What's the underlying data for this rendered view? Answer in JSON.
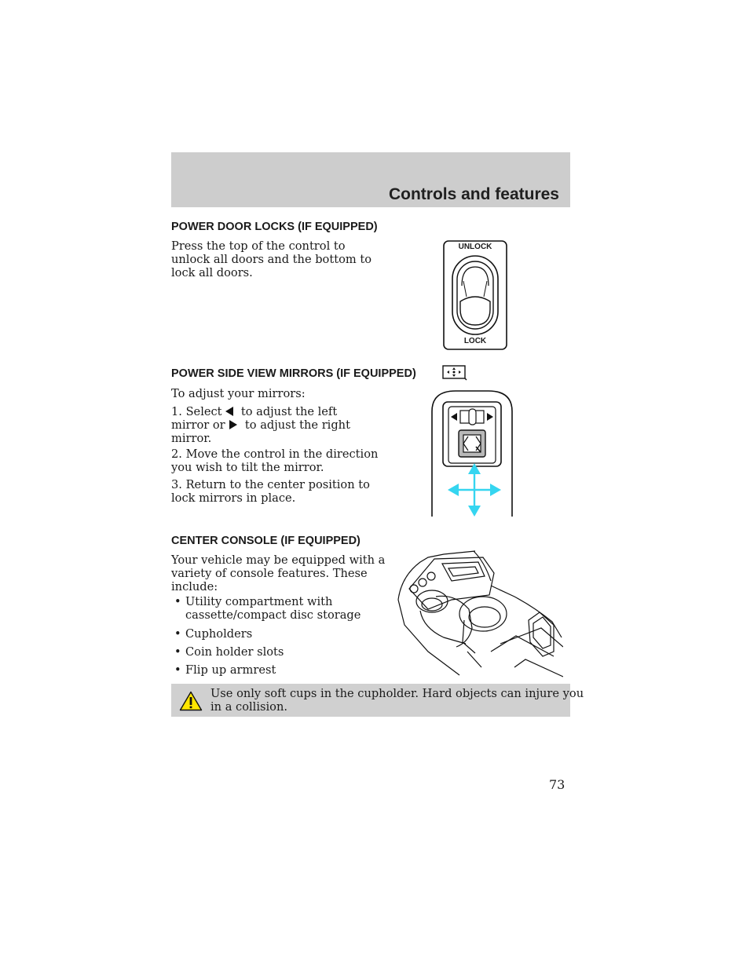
{
  "header": {
    "title": "Controls and features"
  },
  "sections": {
    "door_locks": {
      "heading": "POWER DOOR LOCKS (IF EQUIPPED)",
      "lines": [
        "Press the top of the control to",
        "unlock all doors and the bottom to",
        "lock all doors."
      ],
      "figure": {
        "label_top": "UNLOCK",
        "label_bottom": "LOCK",
        "icon": "door-lock-switch-illustration"
      }
    },
    "mirrors": {
      "heading": "POWER SIDE VIEW MIRRORS (IF EQUIPPED)",
      "heading_icon": "mirror-adjust-icon",
      "intro": "To adjust your mirrors:",
      "step1_a": "1. Select",
      "step1_b": "to adjust the left",
      "step1_c": "mirror or",
      "step1_d": "to adjust the right",
      "step1_e": "mirror.",
      "step1_left_icon": "left-triangle-icon",
      "step1_right_icon": "right-triangle-icon",
      "step2": [
        "2. Move the control in the direction",
        "you wish to tilt the mirror."
      ],
      "step3": [
        "3. Return to the center position to",
        "lock mirrors in place."
      ],
      "figure": {
        "icon": "mirror-control-illustration",
        "arrow_color": "#35d5f0"
      }
    },
    "console": {
      "heading": "CENTER CONSOLE (IF EQUIPPED)",
      "intro": [
        "Your vehicle may be equipped with a",
        "variety of console features. These",
        "include:"
      ],
      "bullets": [
        {
          "text": "Utility compartment with",
          "cont": "cassette/compact disc storage"
        },
        {
          "text": "Cupholders"
        },
        {
          "text": "Coin holder slots"
        },
        {
          "text": "Flip up armrest"
        }
      ],
      "bullet_char": "•",
      "figure": {
        "icon": "center-console-illustration"
      }
    },
    "warning": {
      "icon": "warning-triangle-icon",
      "lines": [
        "Use only soft cups in the cupholder. Hard objects can injure you",
        "in a collision."
      ],
      "icon_color": "#ffe600"
    }
  },
  "page_number": "73"
}
